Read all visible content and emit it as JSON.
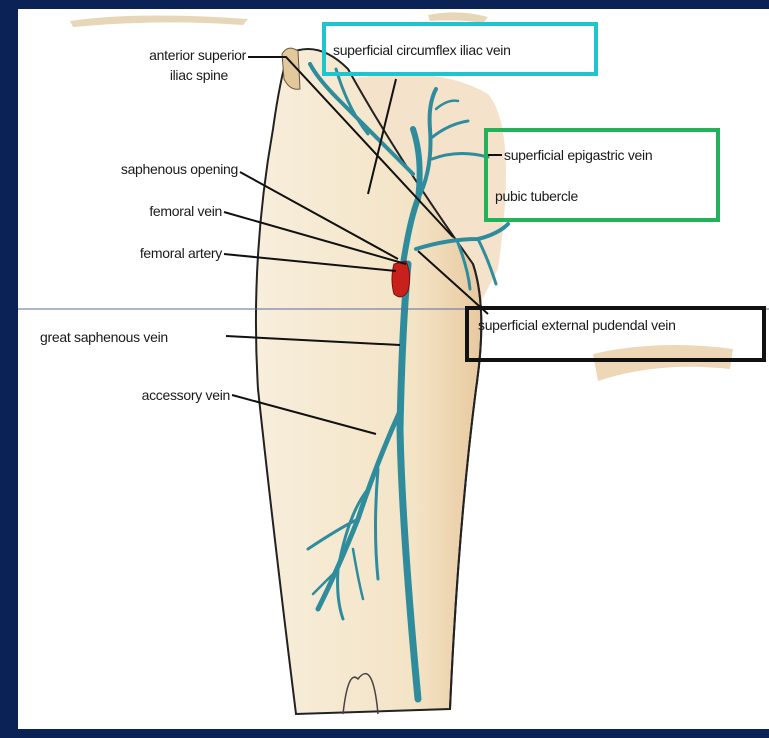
{
  "labels": {
    "asis_line1": "anterior superior",
    "asis_line2": "iliac spine",
    "saphenous_opening": "saphenous opening",
    "femoral_vein": "femoral vein",
    "femoral_artery": "femoral artery",
    "great_saphenous_vein": "great saphenous vein",
    "accessory_vein": "accessory vein",
    "superficial_circumflex_iliac_vein": "superficial circumflex iliac vein",
    "superficial_epigastric_vein": "superficial epigastric vein",
    "pubic_tubercle": "pubic tubercle",
    "superficial_external_pudendal_vein": "superficial external pudendal vein"
  },
  "colors": {
    "background": "#0b2257",
    "vein": "#2f8c9c",
    "artery": "#c8201a",
    "skin": "#f6ead5",
    "box_circumflex": "#1fc4cf",
    "box_epigastric": "#22b25a",
    "box_pudendal": "#111111"
  }
}
